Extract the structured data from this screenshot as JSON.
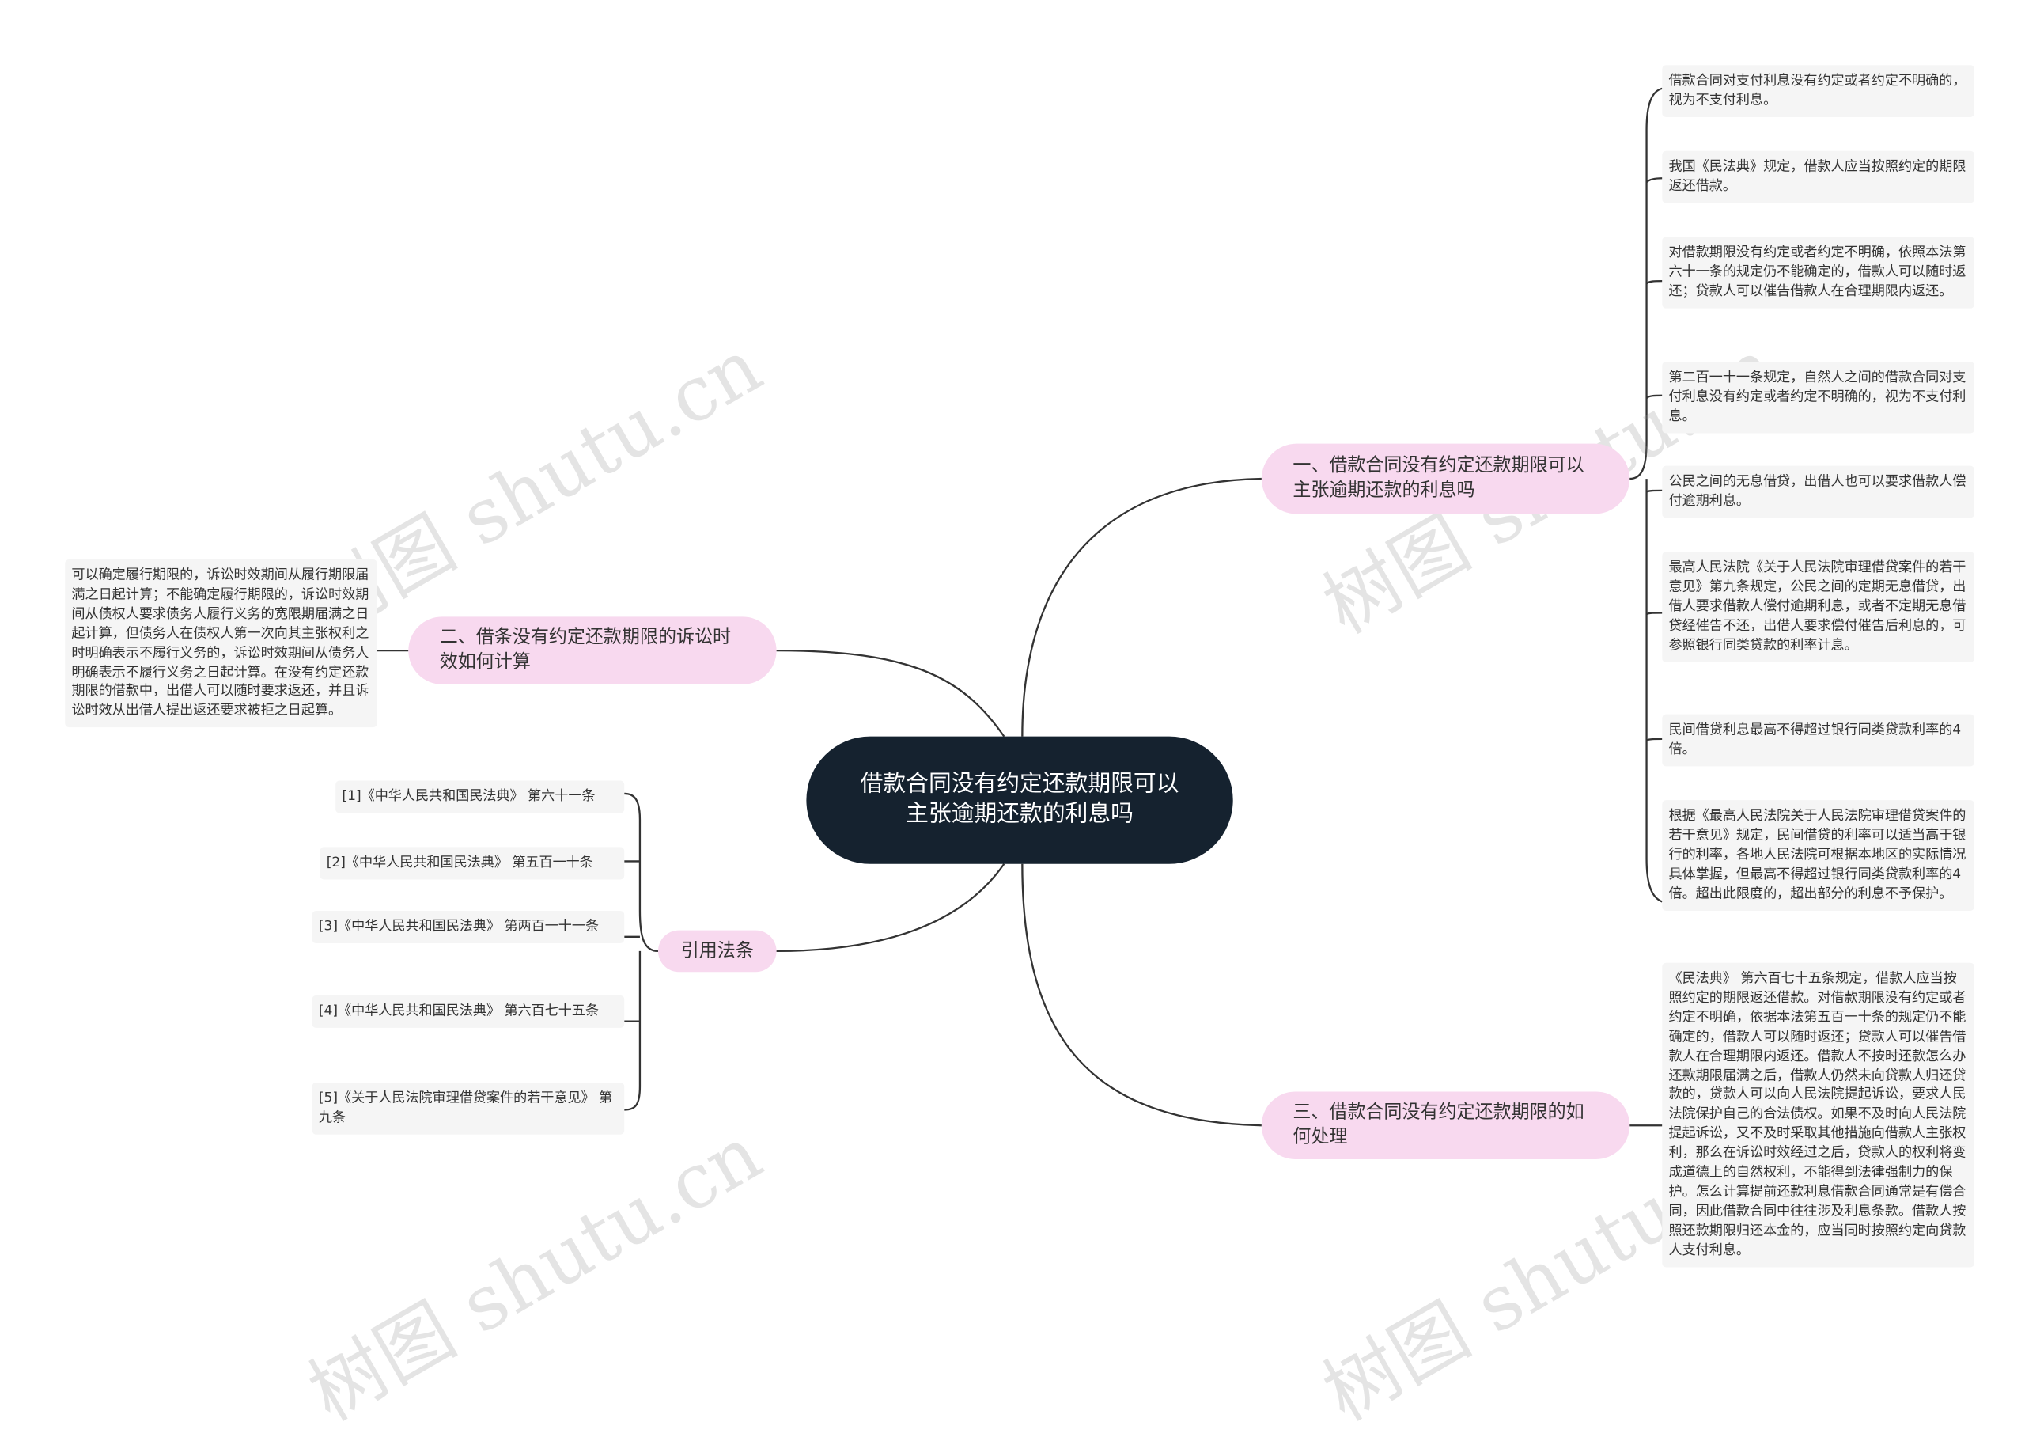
{
  "root": {
    "title": "借款合同没有约定还款期限可以主张逾期还款的利息吗"
  },
  "branches": {
    "b1": {
      "label": "一、借款合同没有约定还款期限可以主张逾期还款的利息吗"
    },
    "b2": {
      "label": "二、借条没有约定还款期限的诉讼时效如何计算"
    },
    "b3": {
      "label": "引用法条"
    },
    "b4": {
      "label": "三、借款合同没有约定还款期限的如何处理"
    }
  },
  "leaves": {
    "b1": [
      "借款合同对支付利息没有约定或者约定不明确的，视为不支付利息。",
      "我国《民法典》规定，借款人应当按照约定的期限返还借款。",
      "对借款期限没有约定或者约定不明确，依照本法第六十一条的规定仍不能确定的，借款人可以随时返还；贷款人可以催告借款人在合理期限内返还。",
      "第二百一十一条规定，自然人之间的借款合同对支付利息没有约定或者约定不明确的，视为不支付利息。",
      "公民之间的无息借贷，出借人也可以要求借款人偿付逾期利息。",
      "最高人民法院《关于人民法院审理借贷案件的若干意见》第九条规定，公民之间的定期无息借贷，出借人要求借款人偿付逾期利息，或者不定期无息借贷经催告不还，出借人要求偿付催告后利息的，可参照银行同类贷款的利率计息。",
      "民间借贷利息最高不得超过银行同类贷款利率的4倍。",
      "根据《最高人民法院关于人民法院审理借贷案件的若干意见》规定，民间借贷的利率可以适当高于银行的利率，各地人民法院可根据本地区的实际情况具体掌握，但最高不得超过银行同类贷款利率的4倍。超出此限度的，超出部分的利息不予保护。"
    ],
    "b2": [
      "可以确定履行期限的，诉讼时效期间从履行期限届满之日起计算；不能确定履行期限的，诉讼时效期间从债权人要求债务人履行义务的宽限期届满之日起计算，但债务人在债权人第一次向其主张权利之时明确表示不履行义务的，诉讼时效期间从债务人明确表示不履行义务之日起计算。在没有约定还款期限的借款中，出借人可以随时要求返还，并且诉讼时效从出借人提出返还要求被拒之日起算。"
    ],
    "b3": [
      "[1]《中华人民共和国民法典》 第六十一条",
      "[2]《中华人民共和国民法典》 第五百一十条",
      "[3]《中华人民共和国民法典》 第两百一十一条",
      "[4]《中华人民共和国民法典》 第六百七十五条",
      "[5]《关于人民法院审理借贷案件的若干意见》 第九条"
    ],
    "b4": [
      "《民法典》 第六百七十五条规定，借款人应当按照约定的期限返还借款。对借款期限没有约定或者约定不明确，依据本法第五百一十条的规定仍不能确定的，借款人可以随时返还；贷款人可以催告借款人在合理期限内返还。借款人不按时还款怎么办还款期限届满之后，借款人仍然未向贷款人归还贷款的，贷款人可以向人民法院提起诉讼，要求人民法院保护自己的合法债权。如果不及时向人民法院提起诉讼，又不及时采取其他措施向借款人主张权利，那么在诉讼时效经过之后，贷款人的权利将变成道德上的自然权利，不能得到法律强制力的保护。怎么计算提前还款利息借款合同通常是有偿合同，因此借款合同中往往涉及利息条款。借款人按照还款期限归还本金的，应当同时按照约定向贷款人支付利息。"
    ]
  },
  "watermark": {
    "text": "树图 shutu.cn"
  },
  "colors": {
    "root_bg": "#15222f",
    "branch_bg": "#f8d9ef",
    "leaf_bg": "#f5f5f5",
    "line": "#333333"
  }
}
